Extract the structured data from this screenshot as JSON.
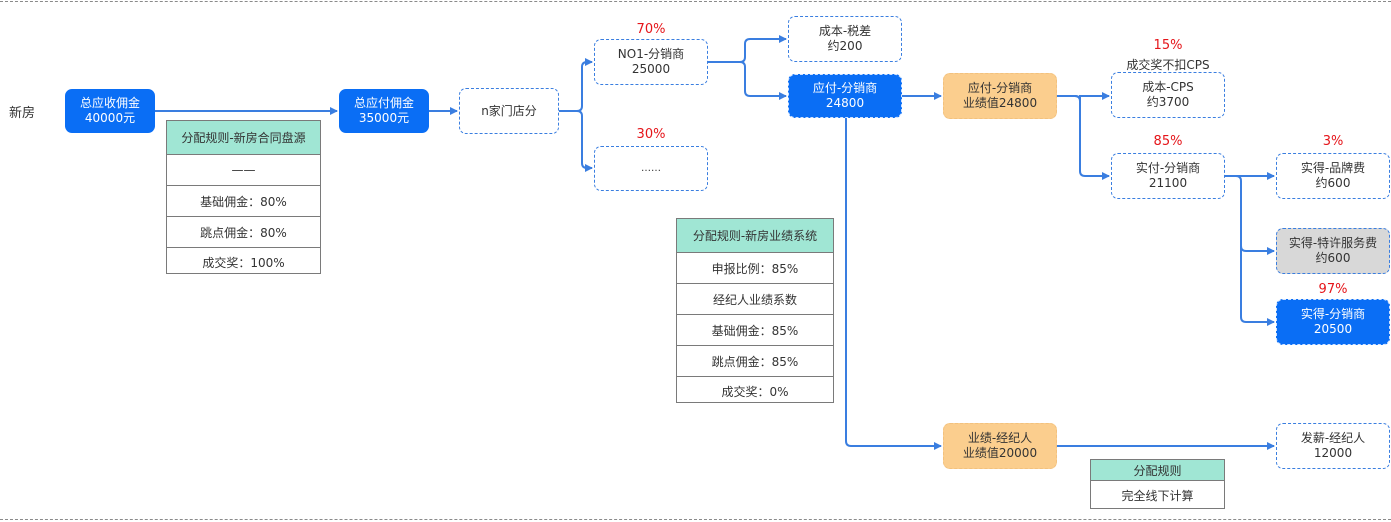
{
  "diagram": {
    "category_label": "新房",
    "nodes": {
      "total_receivable": {
        "line1": "总应收佣金",
        "line2": "40000元"
      },
      "total_payable": {
        "line1": "总应付佣金",
        "line2": "35000元"
      },
      "store_split": {
        "line1": "n家门店分"
      },
      "distributor_no1": {
        "line1": "NO1-分销商",
        "line2": "25000",
        "pct": "70%"
      },
      "distributor_other": {
        "line1": "……",
        "pct": "30%"
      },
      "cost_tax": {
        "line1": "成本-税差",
        "line2": "约200"
      },
      "payable_distributor": {
        "line1": "应付-分销商",
        "line2": "24800"
      },
      "payable_distributor_perf": {
        "line1": "应付-分销商",
        "line2": "业绩值24800"
      },
      "cost_cps": {
        "line1": "成本-CPS",
        "line2": "约3700",
        "pct": "15%",
        "note": "成交奖不扣CPS"
      },
      "actual_paid_distributor": {
        "line1": "实付-分销商",
        "line2": "21100",
        "pct": "85%"
      },
      "received_brand_fee": {
        "line1": "实得-品牌费",
        "line2": "约600",
        "pct": "3%"
      },
      "received_franchise_fee": {
        "line1": "实得-特许服务费",
        "line2": "约600"
      },
      "received_distributor": {
        "line1": "实得-分销商",
        "line2": "20500",
        "pct": "97%"
      },
      "agent_performance": {
        "line1": "业绩-经纪人",
        "line2": "业绩值20000"
      },
      "agent_salary": {
        "line1": "发薪-经纪人",
        "line2": "12000"
      }
    },
    "rule_tables": {
      "contract_source": {
        "title": "分配规则-新房合同盘源",
        "rows": [
          "——",
          "基础佣金：80%",
          "跳点佣金：80%",
          "成交奖：100%"
        ]
      },
      "performance_system": {
        "title": "分配规则-新房业绩系统",
        "rows": [
          "申报比例：85%",
          "经纪人业绩系数",
          "基础佣金：85%",
          "跳点佣金：85%",
          "成交奖：0%"
        ]
      },
      "offline": {
        "title": "分配规则",
        "rows": [
          "完全线下计算"
        ]
      }
    },
    "colors": {
      "primary_blue": "#0a6ef5",
      "connector_blue": "#3a7ee0",
      "orange": "#fbce8e",
      "gray": "#d8d8d8",
      "table_header": "#a0e6d4",
      "percent_red": "#e5151a"
    }
  }
}
